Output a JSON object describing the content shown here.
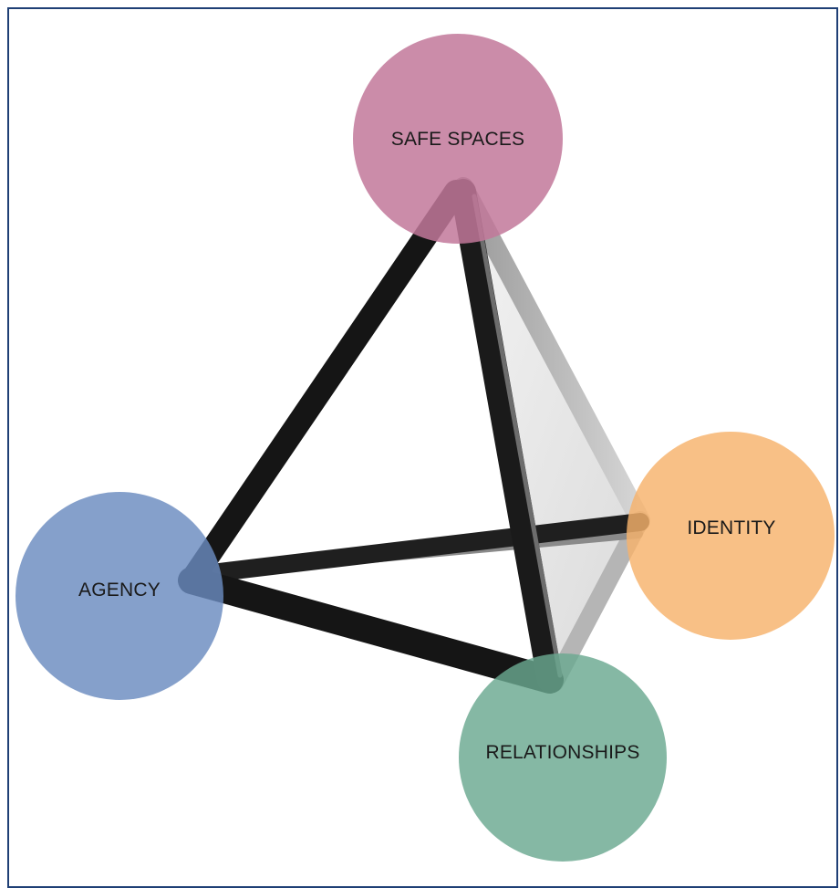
{
  "diagram": {
    "nodes": [
      {
        "id": "safe-spaces",
        "label": "SAFE SPACES",
        "color": "#c2789a"
      },
      {
        "id": "identity",
        "label": "IDENTITY",
        "color": "#f6b26b"
      },
      {
        "id": "agency",
        "label": "AGENCY",
        "color": "#6a8bbf"
      },
      {
        "id": "relationships",
        "label": "RELATIONSHIPS",
        "color": "#6aa890"
      }
    ],
    "frame_color": "#1f3f75",
    "structure_color": "#1b1b1b"
  }
}
